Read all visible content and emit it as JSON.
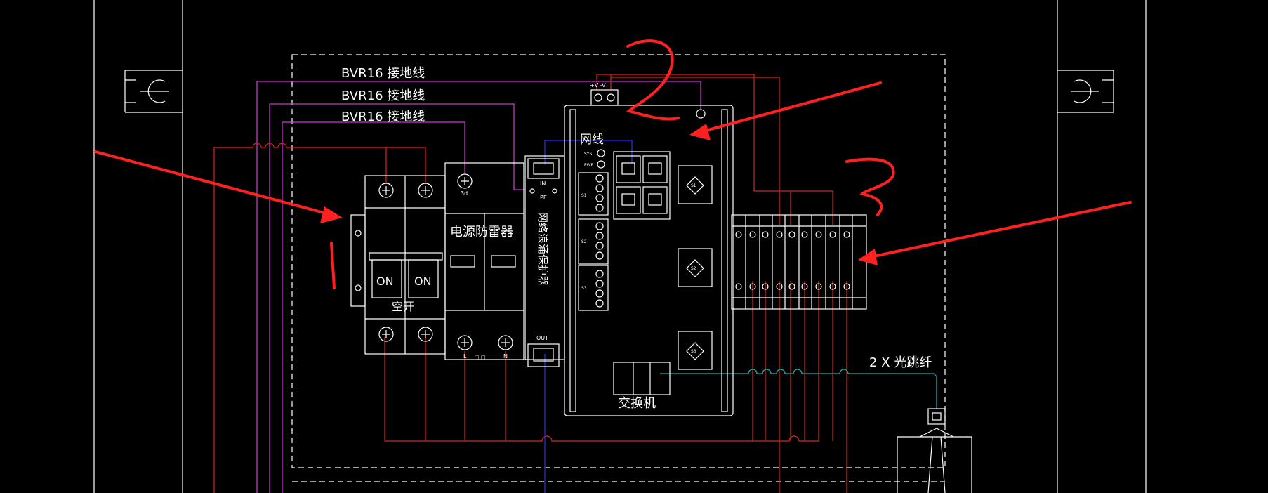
{
  "colors": {
    "background": "#000000",
    "outline": "#ffffff",
    "ground_wire": "#cc33cc",
    "power_wire": "#dd2222",
    "network_wire": "#2a2aee",
    "fiber_wire": "#22aaaa",
    "annotation": "#ff2020"
  },
  "labels": {
    "ground_wire_1": "BVR16 接地线",
    "ground_wire_2": "BVR16 接地线",
    "ground_wire_3": "BVR16 接地线",
    "breaker_name": "空开",
    "breaker_on_1": "ON",
    "breaker_on_2": "ON",
    "surge_protector": "电源防雷器",
    "network_surge_protector": "网络浪涌保护器",
    "network_cable": "网线",
    "switch": "交换机",
    "fiber_jumper": "2 X 光跳纤",
    "power_plus_minus": "+V  -V",
    "terminal_3d": "3d",
    "terminal_in": "IN",
    "terminal_pe": "PE",
    "terminal_out": "OUT",
    "terminal_l": "L",
    "terminal_n": "N",
    "terminal_mark": "□ □",
    "led_sys": "SYS",
    "led_pwr": "PWR",
    "slot_s1": "S1",
    "slot_s2": "S2",
    "slot_s3": "S3",
    "sfp_s1": "S1",
    "sfp_s2": "S2",
    "sfp_s3": "S3",
    "hand_mark_2": "2",
    "hand_mark_3": "3",
    "hand_mark_1": "1"
  }
}
